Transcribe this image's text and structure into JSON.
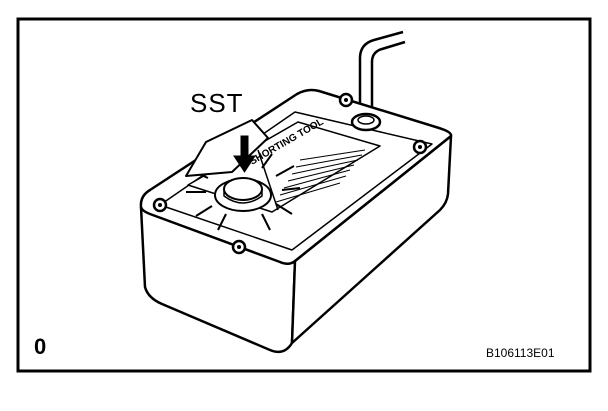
{
  "figure": {
    "callout_label": "SST",
    "corner_mark": "0",
    "figure_code": "B106113E01",
    "device_text": "SHORTING TOOL",
    "icons": [
      "device-box-illustration",
      "press-arrow-icon",
      "cable-icon"
    ],
    "colors": {
      "line": "#000000",
      "background": "#ffffff"
    }
  }
}
